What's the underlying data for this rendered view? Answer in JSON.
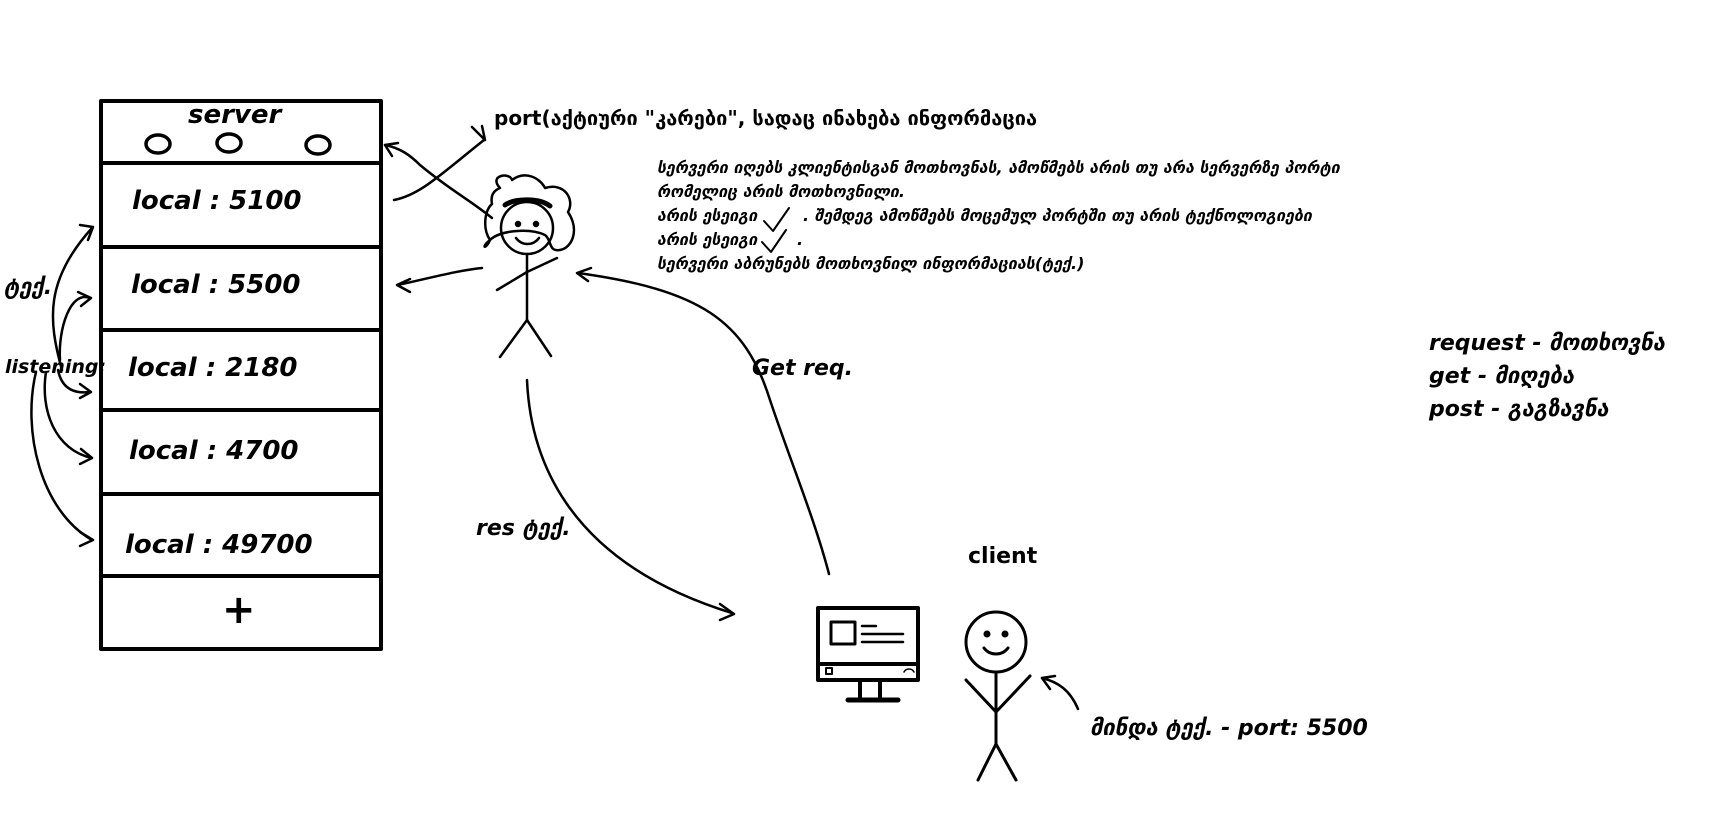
{
  "server": {
    "title": "server",
    "ports": [
      "local : 5100",
      "local : 5500",
      "local : 2180",
      "local : 4700",
      "local : 49700"
    ],
    "add_label": "+"
  },
  "side_labels": {
    "tech": "ტექ.",
    "listening": "listening:"
  },
  "port_note": "port(აქტიური \"კარები\", სადაც ინახება ინფორმაცია",
  "description": {
    "line1": "სერვერი იღებს კლიენტისგან მოთხოვნას, ამოწმებს არის თუ არა სერვერზე პორტი",
    "line2": "რომელიც არის მოთხოვნილი.",
    "line3a": "არის ესეიგი",
    "line3b": ". შემდეგ ამოწმებს მოცემულ პორტში თუ არის ტექნოლოგიები",
    "line4a": "არის ესეიგი",
    "line4b": ".",
    "line5": "სერვერი აბრუნებს მოთხოვნილ ინფორმაციას(ტექ.)"
  },
  "arrows": {
    "get_req": "Get req.",
    "res": "res ტექ."
  },
  "client": {
    "label": "client",
    "wants": "მინდა ტექ. - port: 5500"
  },
  "glossary": [
    "request - მოთხოვნა",
    "get - მიღება",
    "post - გაგზავნა"
  ]
}
